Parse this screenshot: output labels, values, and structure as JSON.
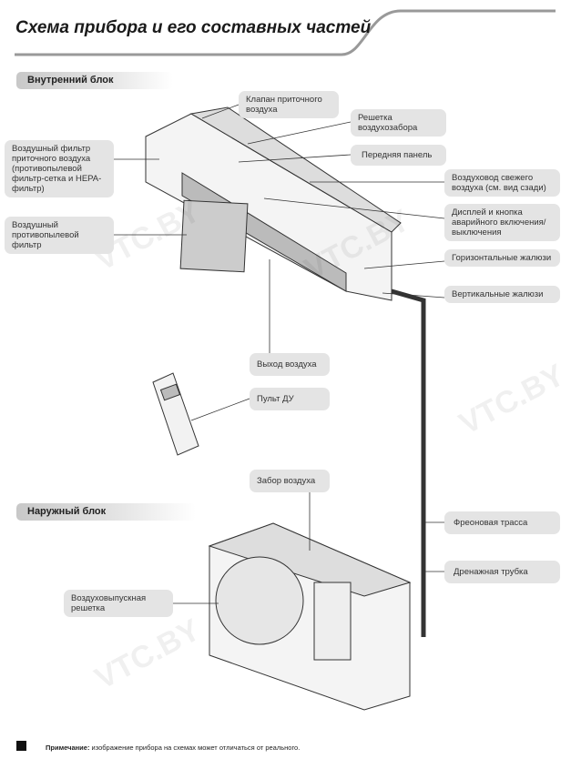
{
  "title": "Схема прибора и его составных частей",
  "sections": {
    "indoor": "Внутренний блок",
    "outdoor": "Наружный блок"
  },
  "labels": {
    "intake_valve": "Клапан приточного воздуха",
    "intake_grille": "Решетка воздухозабора",
    "front_panel": "Передняя панель",
    "fresh_air_duct": "Воздуховод свежего воздуха (см. вид сзади)",
    "display": "Дисплей и кнопка аварийного включения/выключения",
    "horizontal_louvers": "Горизонтальные жалюзи",
    "vertical_louvers": "Вертикальные жалюзи",
    "fresh_air_filter": "Воздушный фильтр приточного воздуха (противопылевой фильтр-сетка и HEPA-фильтр)",
    "dust_filter": "Воздушный противопылевой фильтр",
    "air_outlet": "Выход воздуха",
    "remote": "Пульт ДУ",
    "air_intake": "Забор воздуха",
    "freon_line": "Фреоновая трасса",
    "drain_pipe": "Дренажная трубка",
    "outlet_grille": "Воздуховыпускная решетка"
  },
  "note": {
    "label": "Примечание:",
    "text": " изображение прибора на схемах может отличаться от реального."
  },
  "watermark": "VTC.BY"
}
